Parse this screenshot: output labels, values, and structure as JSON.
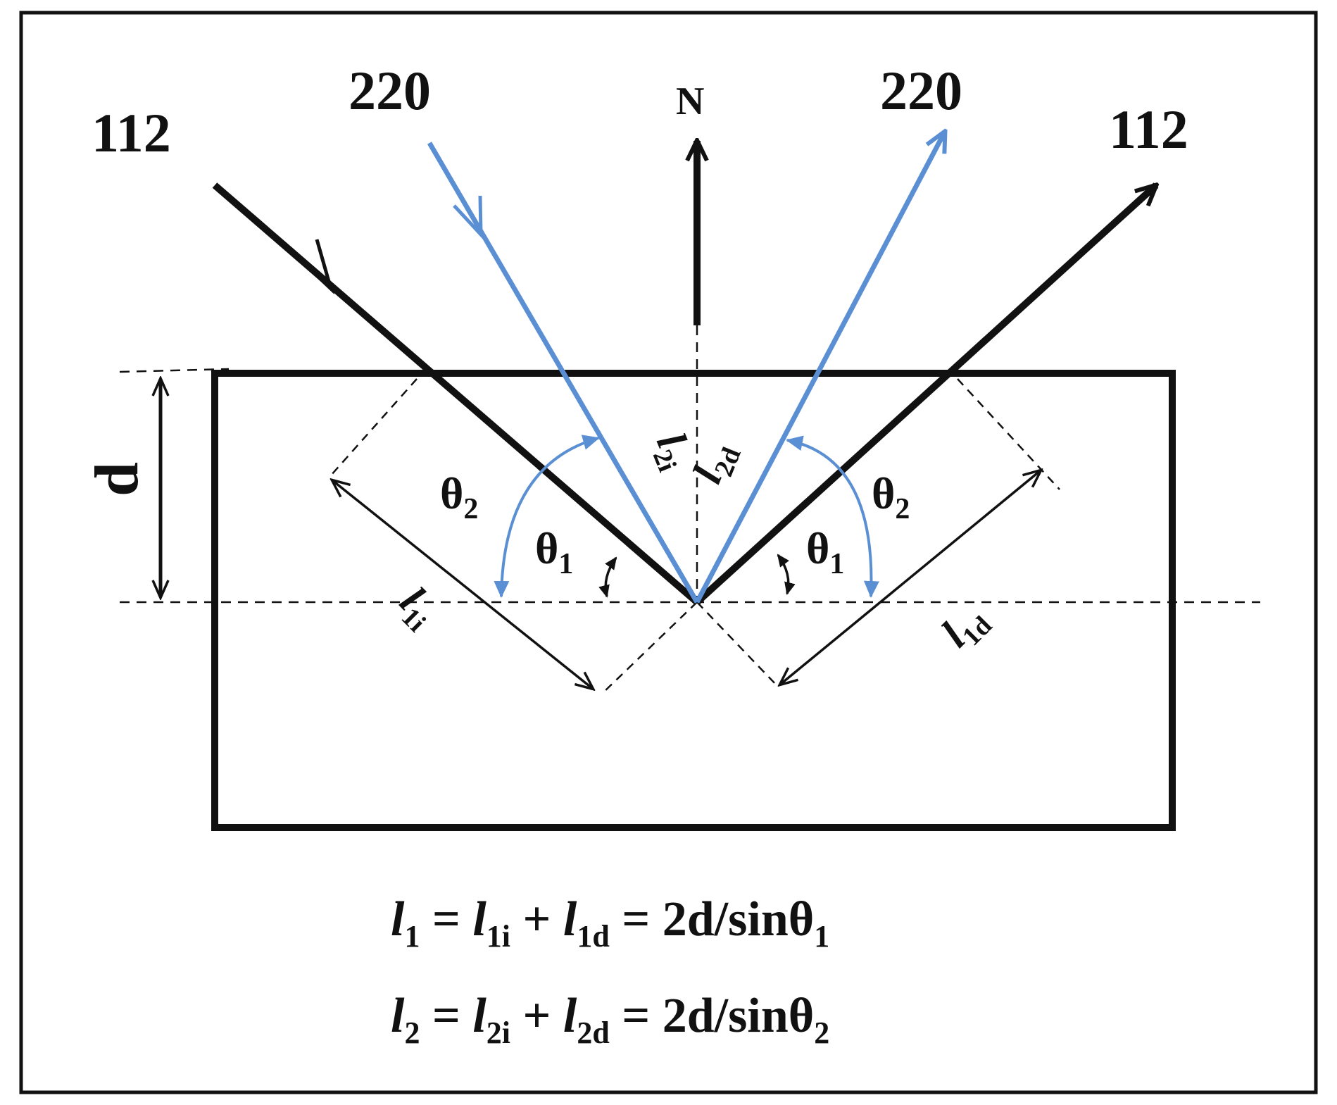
{
  "colors": {
    "black": "#111111",
    "blue": "#5b8fd4",
    "background": "#ffffff"
  },
  "beams": {
    "incident_112": "112",
    "incident_220": "220",
    "normal": "N",
    "diffracted_220": "220",
    "diffracted_112": "112"
  },
  "labels": {
    "depth": "d",
    "theta": "θ",
    "sub_1": "1",
    "sub_2": "2",
    "path_l": "l",
    "l1i_sub": "1i",
    "l1d_sub": "1d",
    "l2i_sub": "2i",
    "l2d_sub": "2d"
  },
  "equations": {
    "eq1": {
      "l": "l",
      "l_sub": "1",
      "eq": " = ",
      "t1": "l",
      "t1_sub": "1i",
      "plus": " + ",
      "t2": "l",
      "t2_sub": "1d",
      "rhs": " = 2d/sinθ",
      "rhs_sub": "1"
    },
    "eq2": {
      "l": "l",
      "l_sub": "2",
      "eq": " = ",
      "t1": "l",
      "t1_sub": "2i",
      "plus": " + ",
      "t2": "l",
      "t2_sub": "2d",
      "rhs": " = 2d/sinθ",
      "rhs_sub": "2"
    }
  }
}
